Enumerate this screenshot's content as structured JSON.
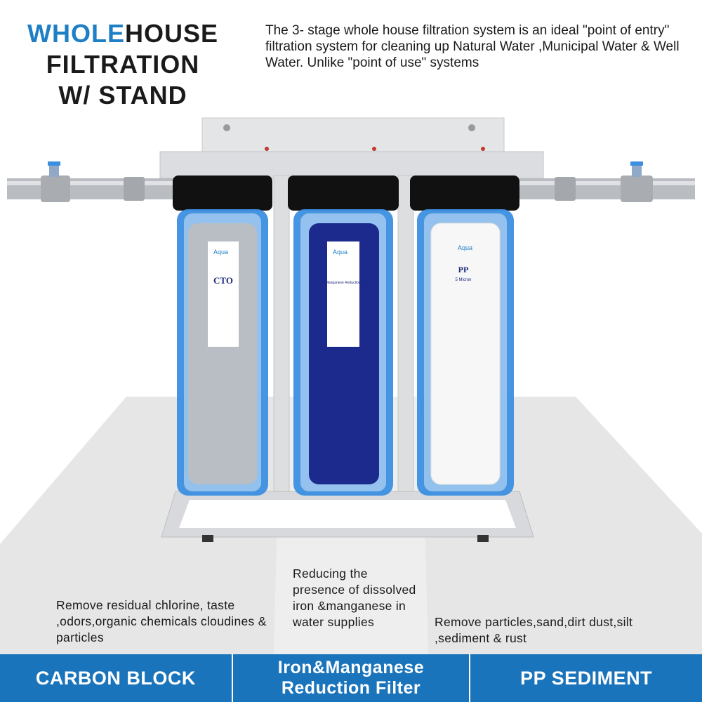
{
  "title": {
    "accent": "WHOLE",
    "rest": "HOUSE",
    "line2": "FILTRATION",
    "line3": "W/ STAND"
  },
  "intro": "The 3- stage  whole house filtration system is an ideal \"point of entry\" filtration system for cleaning up Natural Water ,Municipal Water & Well Water. Unlike \"point of use\" systems",
  "filters": [
    {
      "cartridge_brand": "Aqua",
      "cartridge_label": "CTO",
      "description": "Remove residual chlorine, taste ,odors,organic chemicals cloudines & particles",
      "name": "CARBON BLOCK",
      "color": "#b9bec4"
    },
    {
      "cartridge_brand": "Aqua",
      "cartridge_label": "Iron&Manganese Reduction Filter",
      "description": "Reducing the presence of dissolved iron &manganese in water supplies",
      "name": "Iron&Manganese Reduction Filter",
      "color": "#1c2a8e"
    },
    {
      "cartridge_brand": "Aqua",
      "cartridge_label": "PP",
      "cartridge_sub": "5 Micron",
      "description": "Remove particles,sand,dirt dust,silt ,sediment & rust",
      "name": "PP SEDIMENT",
      "color": "#f7f7f7"
    }
  ],
  "colors": {
    "accent": "#1f7fc4",
    "footer": "#1a74bb",
    "housing": "#3b8fe0",
    "cap": "#111111"
  }
}
